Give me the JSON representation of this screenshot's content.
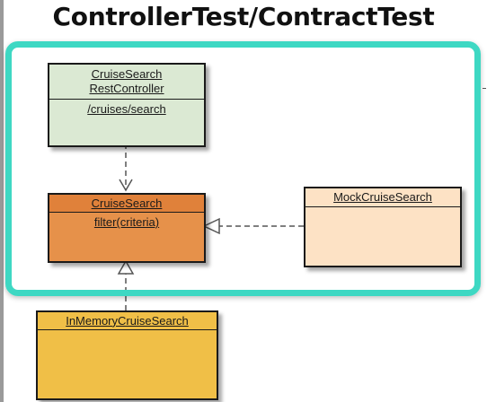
{
  "title": "ControllerTest/ContractTest",
  "classes": {
    "rest_controller": {
      "name_line1": "CruiseSearch",
      "name_line2": "RestController",
      "member": "/cruises/search"
    },
    "cruise_search": {
      "name": "CruiseSearch",
      "member": "filter(criteria)"
    },
    "mock_cruise_search": {
      "name": "MockCruiseSearch"
    },
    "in_memory_cruise_search": {
      "name": "InMemoryCruiseSearch"
    }
  },
  "colors": {
    "highlight": "#3ed8c3",
    "rest_controller_fill": "#dbe9d3",
    "cruise_search_fill": "#e6914a",
    "mock_fill": "#fde2c5",
    "in_memory_fill": "#f0bf47"
  }
}
